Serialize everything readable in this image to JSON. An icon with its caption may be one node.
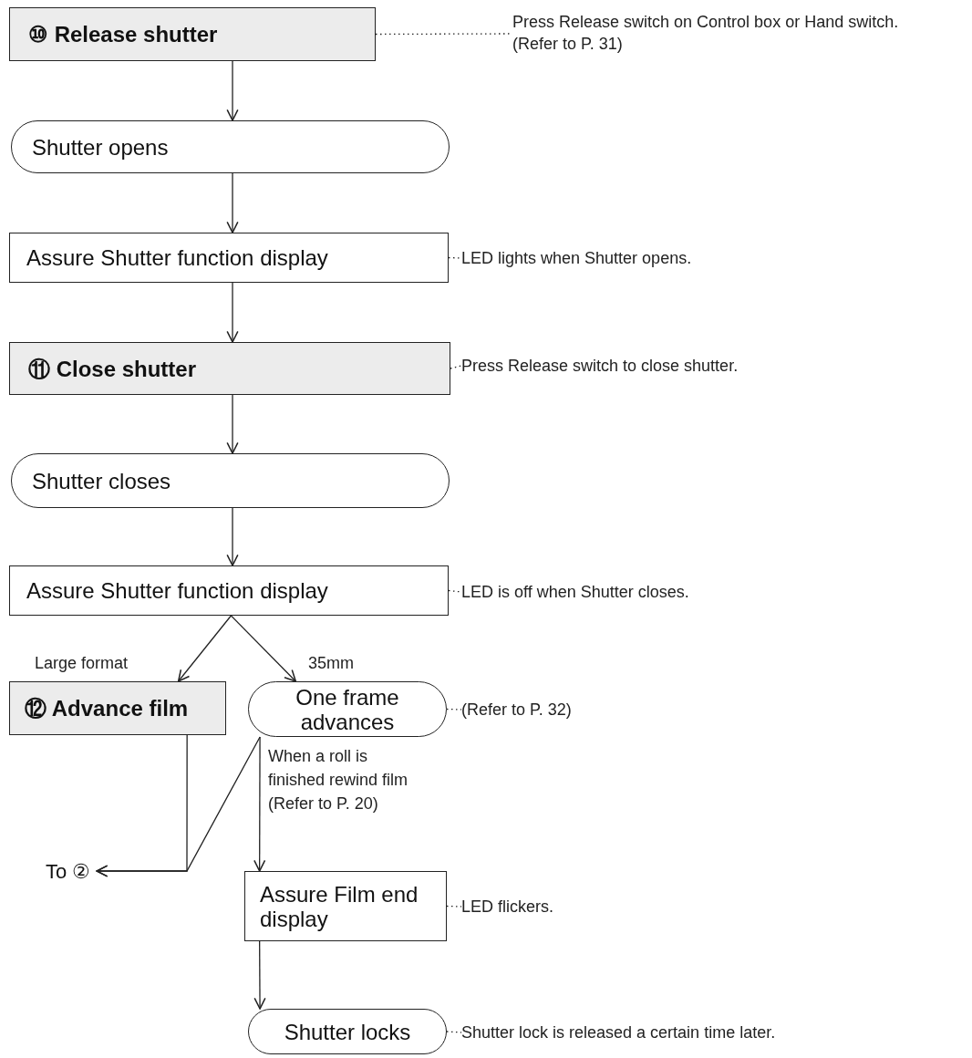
{
  "diagram": {
    "nodes": [
      {
        "text": [
          "⑩ Release shutter"
        ]
      },
      {
        "text": [
          "Press Release switch on Control box or Hand switch. (Refer to P. 31)"
        ]
      },
      {
        "text": [
          "Shutter opens"
        ]
      },
      {
        "text": [
          "Assure Shutter function display"
        ]
      },
      {
        "text": [
          "LED lights when Shutter opens."
        ]
      },
      {
        "text": [
          "⑪ Close shutter"
        ]
      },
      {
        "text": [
          "Press Release switch to close shutter."
        ]
      },
      {
        "text": [
          "Shutter closes"
        ]
      },
      {
        "text": [
          "Assure Shutter function display"
        ]
      },
      {
        "text": [
          "LED is off when Shutter closes."
        ]
      },
      {
        "text": [
          "⑫ Advance film"
        ]
      },
      {
        "text": [
          "One frame advances"
        ]
      },
      {
        "text": [
          "(Refer to P. 32)"
        ]
      },
      {
        "text": [
          "Assure Film end display"
        ]
      },
      {
        "text": [
          "LED flickers."
        ]
      },
      {
        "text": [
          "To ②"
        ]
      },
      {
        "text": [
          "Shutter locks"
        ]
      },
      {
        "text": [
          "Shutter lock is released a certain time later."
        ]
      }
    ],
    "edges": [
      {
        "from": 0,
        "to": 2,
        "arrow": "to"
      },
      {
        "from": 2,
        "to": 3,
        "arrow": "to"
      },
      {
        "from": 3,
        "to": 5,
        "arrow": "to"
      },
      {
        "from": 5,
        "to": 7,
        "arrow": "to"
      },
      {
        "from": 7,
        "to": 8,
        "arrow": "to"
      },
      {
        "from": 8,
        "to": 10,
        "arrow": "to",
        "label": "Large format"
      },
      {
        "from": 8,
        "to": 11,
        "arrow": "to",
        "label": "35mm"
      },
      {
        "from": 10,
        "to": 15,
        "arrow": "to"
      },
      {
        "from": 11,
        "to": 15,
        "arrow": "to"
      },
      {
        "from": 11,
        "to": 13,
        "arrow": "to",
        "label": "When a roll is finished rewind film (Refer to P. 20)"
      },
      {
        "from": 13,
        "to": 16,
        "arrow": "to"
      },
      {
        "from": 0,
        "to": 1,
        "arrow": "none",
        "style": "dashed"
      },
      {
        "from": 3,
        "to": 4,
        "arrow": "none",
        "style": "dashed"
      },
      {
        "from": 5,
        "to": 6,
        "arrow": "none",
        "style": "dashed"
      },
      {
        "from": 8,
        "to": 9,
        "arrow": "none",
        "style": "dashed"
      },
      {
        "from": 11,
        "to": 12,
        "arrow": "none",
        "style": "dashed"
      },
      {
        "from": 13,
        "to": 14,
        "arrow": "none",
        "style": "dashed"
      },
      {
        "from": 16,
        "to": 17,
        "arrow": "none",
        "style": "dashed"
      }
    ]
  }
}
